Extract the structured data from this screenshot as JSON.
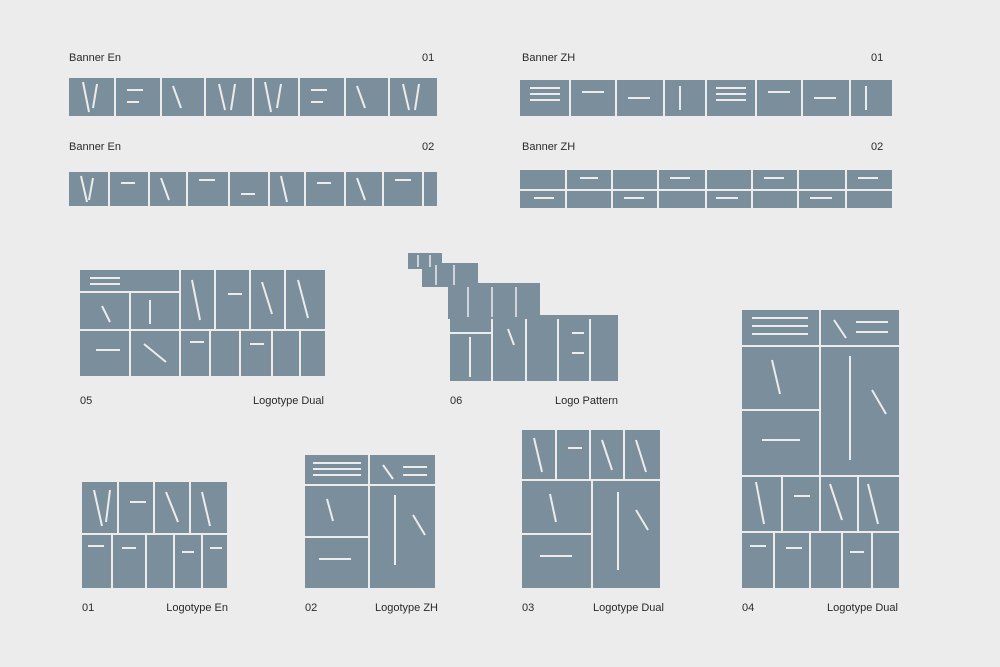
{
  "colors": {
    "background": "#ececec",
    "mark": "#7a8e9b",
    "text": "#2a2a2a"
  },
  "banners": [
    {
      "label": "Banner En",
      "number": "01"
    },
    {
      "label": "Banner En",
      "number": "02"
    },
    {
      "label": "Banner ZH",
      "number": "01"
    },
    {
      "label": "Banner ZH",
      "number": "02"
    }
  ],
  "specimens": [
    {
      "number": "05",
      "label": "Logotype Dual"
    },
    {
      "number": "06",
      "label": "Logo Pattern"
    },
    {
      "number": "01",
      "label": "Logotype En"
    },
    {
      "number": "02",
      "label": "Logotype ZH"
    },
    {
      "number": "03",
      "label": "Logotype Dual"
    },
    {
      "number": "04",
      "label": "Logotype Dual"
    }
  ]
}
